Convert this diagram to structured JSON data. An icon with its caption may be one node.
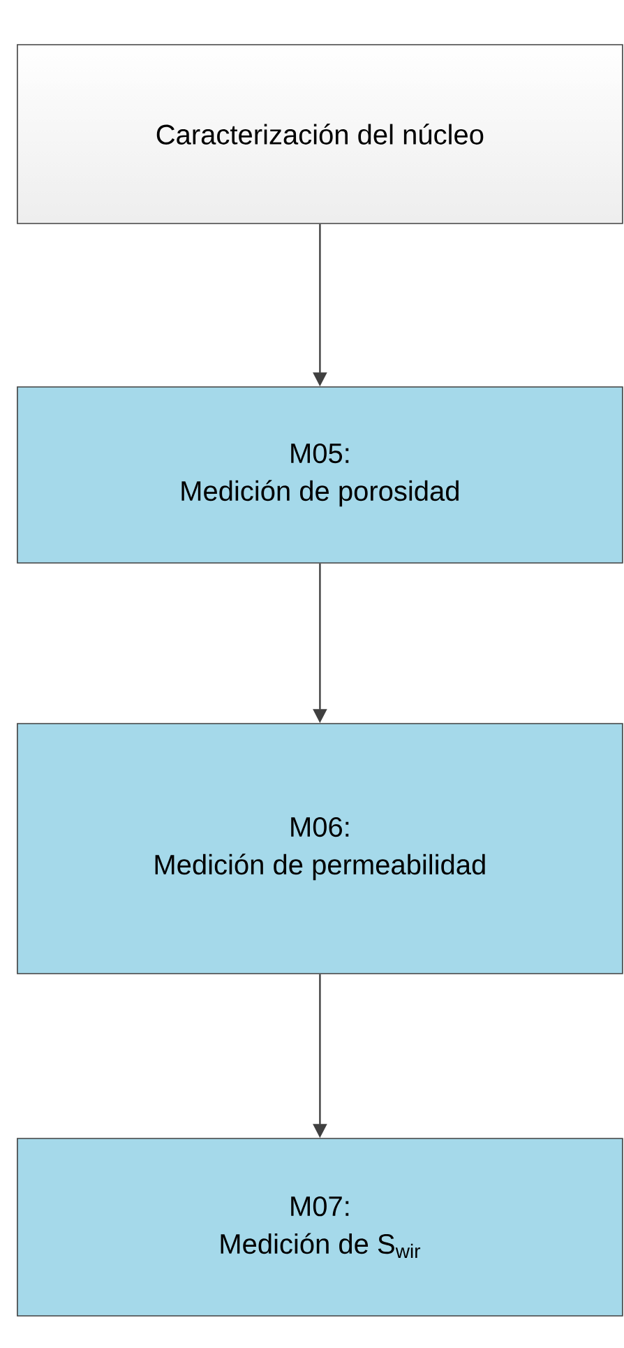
{
  "diagram": {
    "nodes": [
      {
        "text": [
          "Caracterización del núcleo"
        ]
      },
      {
        "text": [
          "M05:",
          "Medición de porosidad"
        ]
      },
      {
        "text": [
          "M06:",
          "Medición de permeabilidad"
        ]
      },
      {
        "text": [
          "M07:",
          "Medición de S$_{wir}$"
        ]
      }
    ],
    "edges": [
      {
        "from": 0,
        "to": 1,
        "arrow": "to"
      },
      {
        "from": 1,
        "to": 2,
        "arrow": "to"
      },
      {
        "from": 2,
        "to": 3,
        "arrow": "to"
      }
    ]
  }
}
